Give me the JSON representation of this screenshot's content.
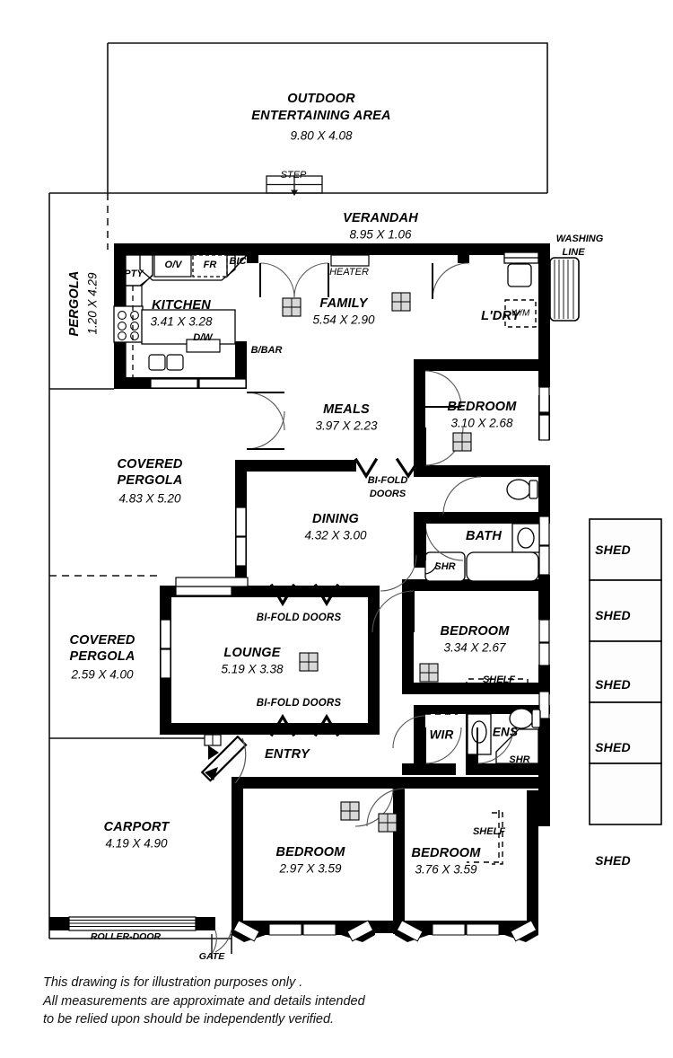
{
  "document": {
    "type": "residential-floor-plan",
    "disclaimer": "This drawing is for illustration purposes only .\nAll measurements are approximate and details intended\nto be relied upon should be independently verified."
  },
  "rooms": [
    {
      "id": "outdoor",
      "name": "OUTDOOR",
      "name2": "ENTERTAINING AREA",
      "dim": "9.80 X 4.08"
    },
    {
      "id": "verandah",
      "name": "VERANDAH",
      "dim": "8.95 X 1.06"
    },
    {
      "id": "pergola_narrow",
      "name": "PERGOLA",
      "dim": "1.20 X 4.29"
    },
    {
      "id": "kitchen",
      "name": "KITCHEN",
      "dim": "3.41 X 3.28"
    },
    {
      "id": "family",
      "name": "FAMILY",
      "dim": "5.54 X 2.90"
    },
    {
      "id": "ldry",
      "name": "L'DRY",
      "dim": ""
    },
    {
      "id": "meals",
      "name": "MEALS",
      "dim": "3.97 X 2.23"
    },
    {
      "id": "bedroom_north",
      "name": "BEDROOM",
      "dim": "3.10 X 2.68"
    },
    {
      "id": "covered_pergola_1",
      "name": "COVERED",
      "name2": "PERGOLA",
      "dim": "4.83 X 5.20"
    },
    {
      "id": "dining",
      "name": "DINING",
      "dim": "4.32 X 3.00"
    },
    {
      "id": "bath",
      "name": "BATH",
      "dim": ""
    },
    {
      "id": "bedroom_mid",
      "name": "BEDROOM",
      "dim": "3.34 X 2.67"
    },
    {
      "id": "covered_pergola_2",
      "name": "COVERED",
      "name2": "PERGOLA",
      "dim": "2.59 X 4.00"
    },
    {
      "id": "lounge",
      "name": "LOUNGE",
      "dim": "5.19 X 3.38"
    },
    {
      "id": "wir",
      "name": "WIR",
      "dim": ""
    },
    {
      "id": "ens",
      "name": "ENS",
      "dim": ""
    },
    {
      "id": "entry",
      "name": "ENTRY",
      "dim": ""
    },
    {
      "id": "carport",
      "name": "CARPORT",
      "dim": "4.19 X 4.90"
    },
    {
      "id": "bedroom_sw",
      "name": "BEDROOM",
      "dim": "2.97 X 3.59"
    },
    {
      "id": "bedroom_se",
      "name": "BEDROOM",
      "dim": "3.76 X 3.59"
    }
  ],
  "annotations": {
    "step": "STEP",
    "heater": "HEATER",
    "washing_line_1": "WASHING",
    "washing_line_2": "LINE",
    "wm": "W/M",
    "pty": "PTY",
    "ov": "O/V",
    "fr": "FR",
    "bic": "BIC",
    "dw": "D/W",
    "bbar": "B/BAR",
    "bifold_doors_1": "BI-FOLD",
    "bifold_doors_2": "DOORS",
    "bifold_lounge_top": "BI-FOLD DOORS",
    "bifold_lounge_bottom": "BI-FOLD DOORS",
    "shr_bath": "SHR",
    "shr_ens": "SHR",
    "shelf_mid": "SHELF",
    "shelf_se": "SHELF",
    "roller_door": "ROLLER-DOOR",
    "gate": "GATE"
  },
  "sheds": [
    {
      "label": "SHED"
    },
    {
      "label": "SHED"
    },
    {
      "label": "SHED"
    },
    {
      "label": "SHED"
    },
    {
      "label": "SHED"
    }
  ],
  "colors": {
    "wall": "#000000",
    "thin_line": "#1a1a1a",
    "background": "#ffffff",
    "door_arc": "#555555"
  }
}
